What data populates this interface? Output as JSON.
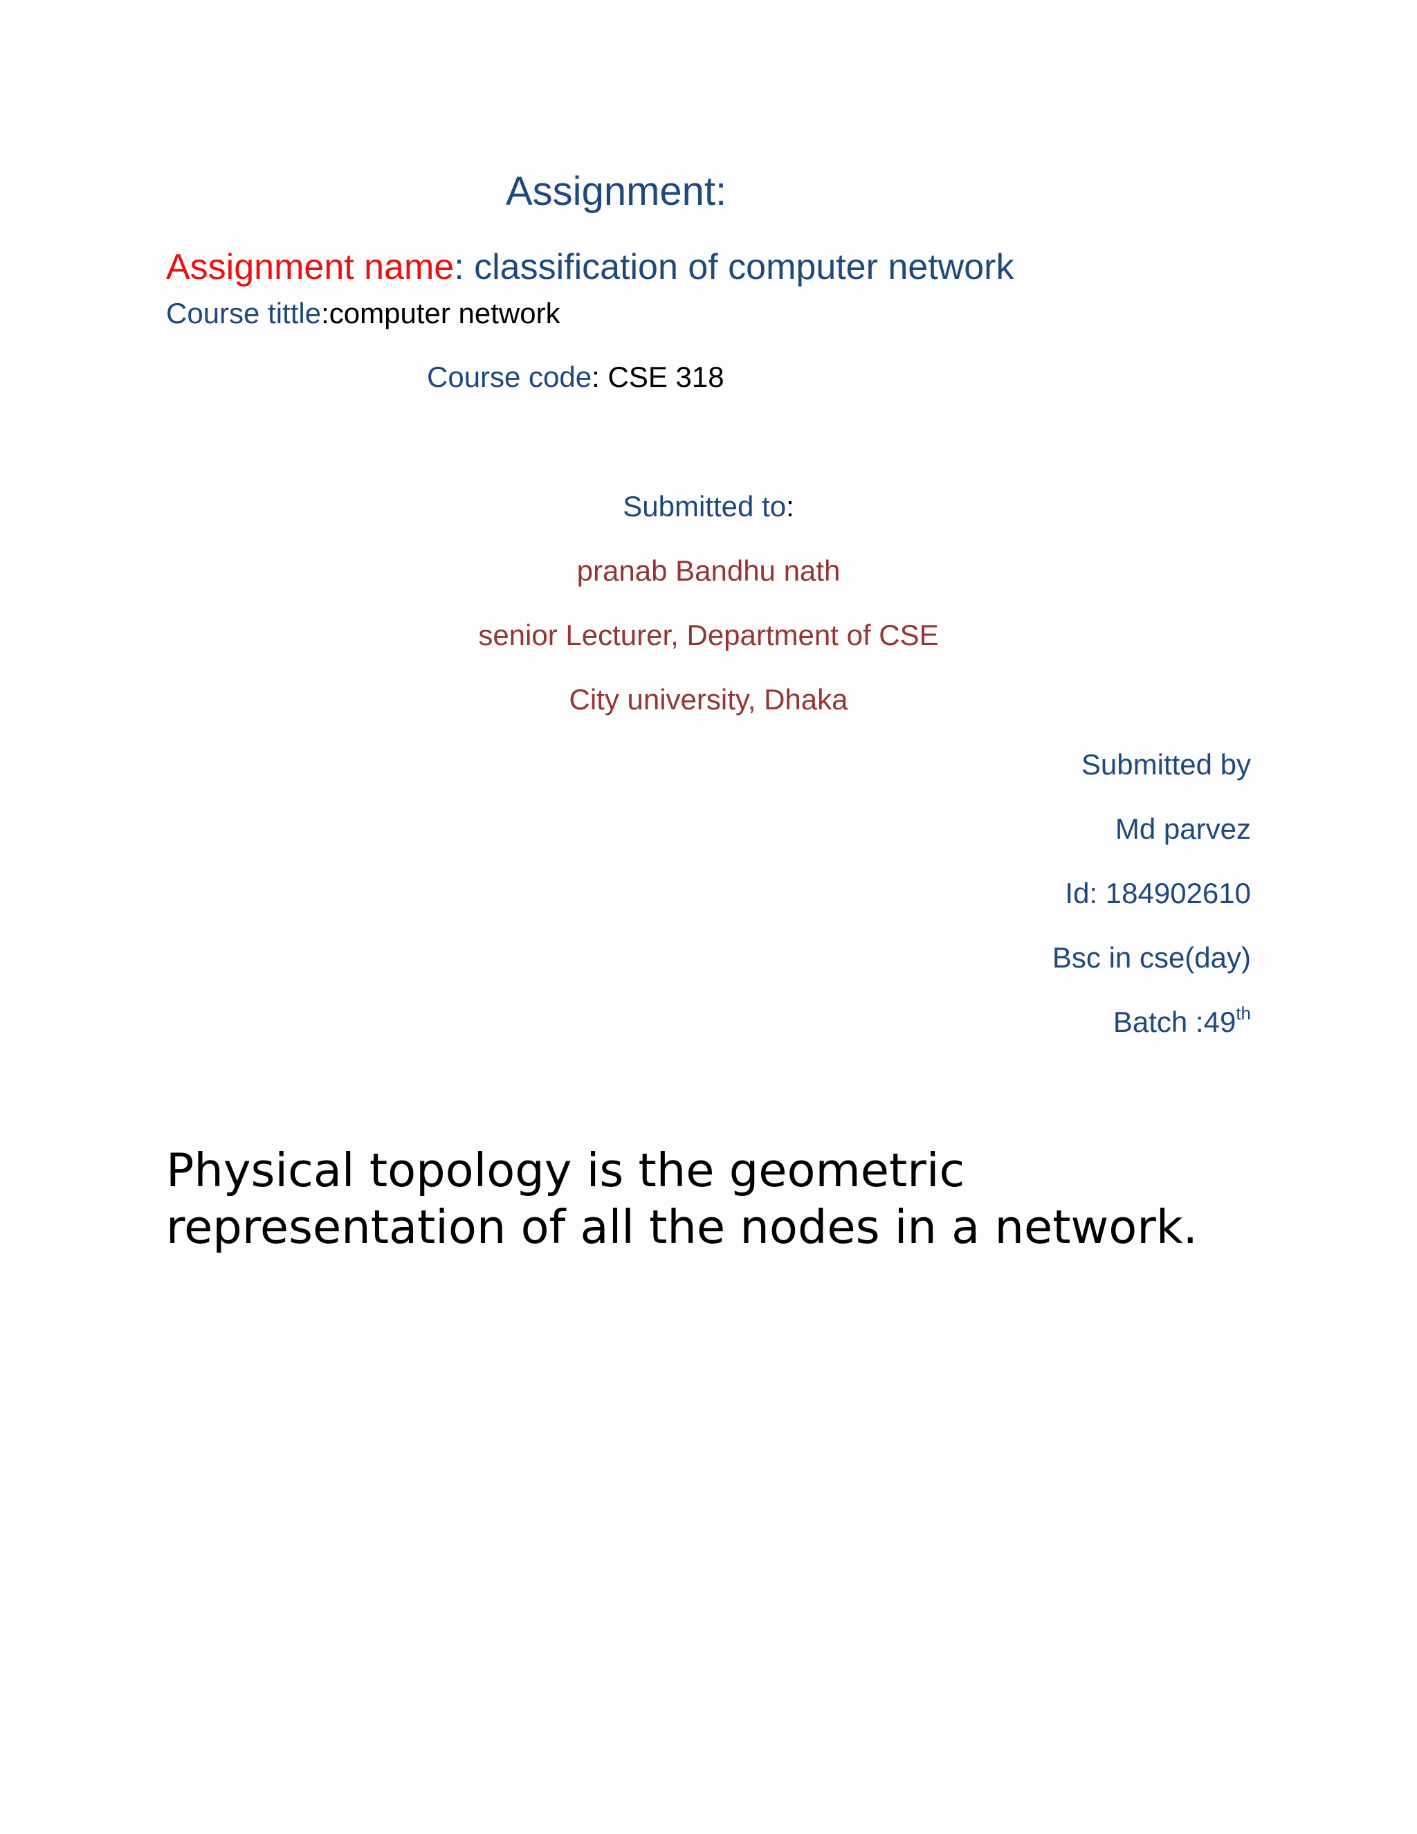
{
  "heading": "Assignment:",
  "assignment_name": {
    "label": "Assignment name",
    "separator": ": ",
    "value": "classification of computer network"
  },
  "course_title": {
    "label": "Course tittle",
    "separator": ":",
    "value": "computer network"
  },
  "course_code": {
    "label": "Course code",
    "separator": ": ",
    "value": "CSE 318"
  },
  "submitted_to": {
    "label": "Submitted to",
    "separator": ":",
    "name": "pranab Bandhu nath",
    "designation": "senior Lecturer, Department of CSE",
    "institution": "City university, Dhaka"
  },
  "submitted_by": {
    "label": "Submitted by",
    "name": "Md parvez",
    "id": "Id: 184902610",
    "program": "Bsc in cse(day)",
    "batch": "Batch :49",
    "batch_suffix": "th"
  },
  "body_text": "Physical topology is the geometric representation of all the nodes in a network.",
  "colors": {
    "heading_blue": "#1f497d",
    "label_red": "#e8110f",
    "maroon": "#943634",
    "text_black": "#000000"
  }
}
